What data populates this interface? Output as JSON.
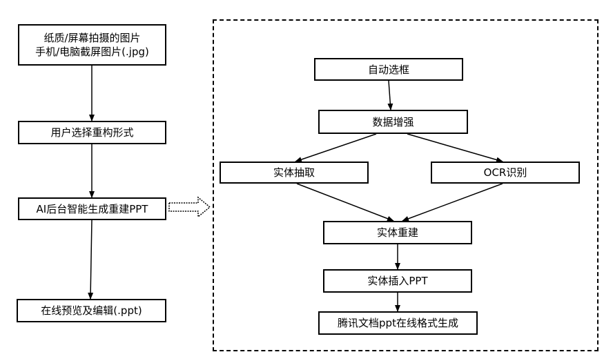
{
  "left_flow": {
    "input_line1": "纸质/屏幕拍摄的图片",
    "input_line2": "手机/电脑截屏图片(.jpg)",
    "choose": "用户选择重构形式",
    "ai": "AI后台智能生成重建PPT",
    "preview": "在线预览及编辑(.ppt)"
  },
  "right_flow": {
    "auto_box": "自动选框",
    "augment": "数据增强",
    "extract": "实体抽取",
    "ocr": "OCR识别",
    "rebuild": "实体重建",
    "insert": "实体插入PPT",
    "tencent": "腾讯文档ppt在线格式生成"
  }
}
